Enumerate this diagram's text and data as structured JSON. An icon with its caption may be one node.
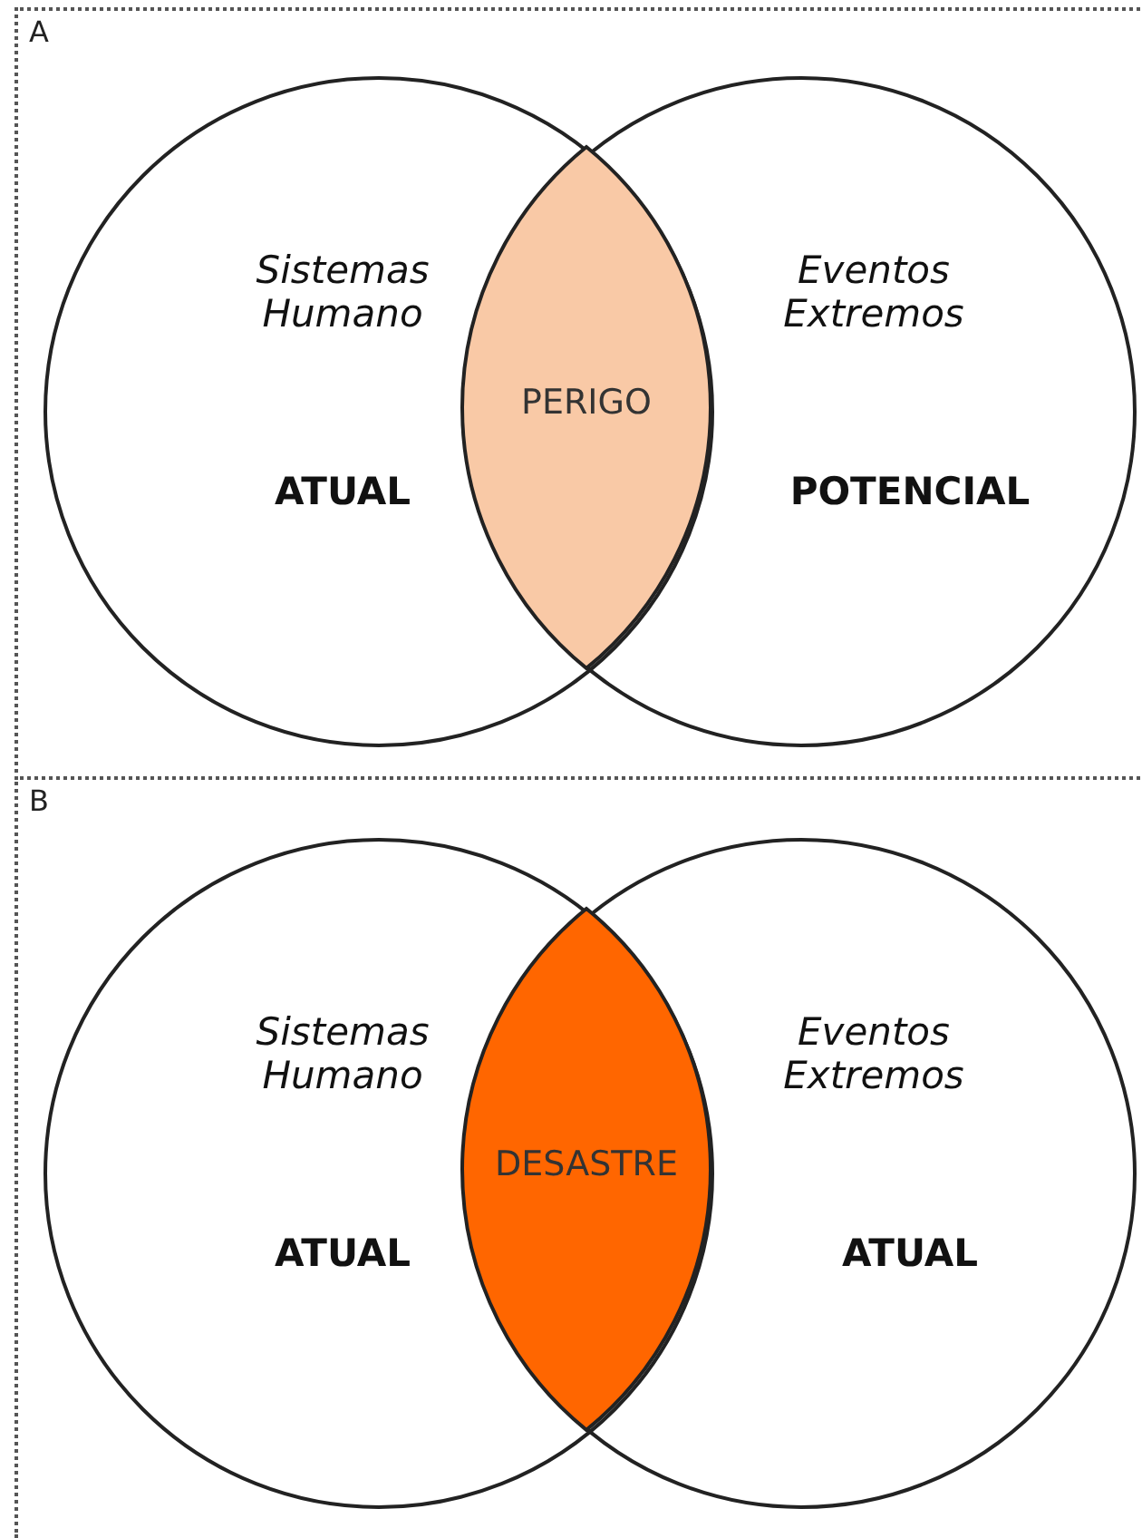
{
  "diagram": {
    "nodes": [
      {
        "text": [
          "A"
        ]
      },
      {
        "text": [
          "Sistemas Humano",
          "ATUAL"
        ],
        "in": 0
      },
      {
        "text": [
          "Eventos Extremos",
          "POTENCIAL"
        ],
        "in": 0
      },
      {
        "text": [
          "PERIGO"
        ]
      },
      {
        "text": [
          "B"
        ]
      },
      {
        "text": [
          "Sistemas Humano",
          "ATUAL"
        ],
        "in": 4
      },
      {
        "text": [
          "Eventos Extremos",
          "ATUAL"
        ],
        "in": 4
      },
      {
        "text": [
          "DESASTRE"
        ]
      }
    ],
    "edges": []
  }
}
